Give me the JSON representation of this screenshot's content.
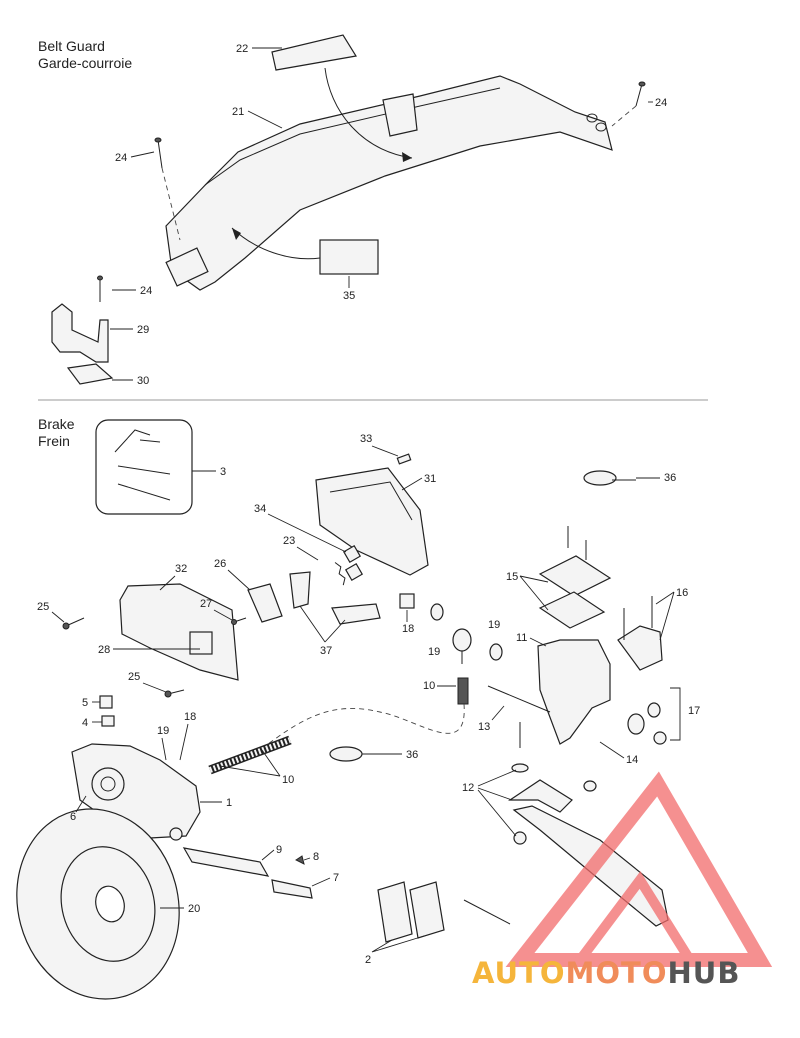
{
  "sections": {
    "belt_guard": {
      "title_en": "Belt Guard",
      "title_fr": "Garde-courroie"
    },
    "brake": {
      "title_en": "Brake",
      "title_fr": "Frein"
    }
  },
  "belt_guard_callouts": {
    "c22": "22",
    "c21": "21",
    "c24a": "24",
    "c24b": "24",
    "c24c": "24",
    "c29": "29",
    "c30": "30",
    "c35": "35"
  },
  "brake_callouts": {
    "c33": "33",
    "c31": "31",
    "c36a": "36",
    "c34": "34",
    "c23": "23",
    "c26": "26",
    "c32": "32",
    "c27": "27",
    "c25a": "25",
    "c28": "28",
    "c37": "37",
    "c25b": "25",
    "c18a": "18",
    "c19a": "19",
    "c19b": "19",
    "c15": "15",
    "c16": "16",
    "c11": "11",
    "c10a": "10",
    "c13": "13",
    "c17": "17",
    "c5": "5",
    "c4": "4",
    "c19c": "19",
    "c18b": "18",
    "c36b": "36",
    "c12": "12",
    "c14": "14",
    "c10b": "10",
    "c1": "1",
    "c6": "6",
    "c9": "9",
    "c8": "8",
    "c7": "7",
    "c20": "20",
    "c2": "2",
    "c3": "3"
  },
  "watermark": {
    "brand_part1": "AUTO",
    "brand_part2": "MOTO",
    "brand_part3": "HUB",
    "color_yellow": "#f5b53b",
    "color_orange": "#f08c5a",
    "color_gray": "#555555",
    "triangle_color": "#f26b6b"
  }
}
